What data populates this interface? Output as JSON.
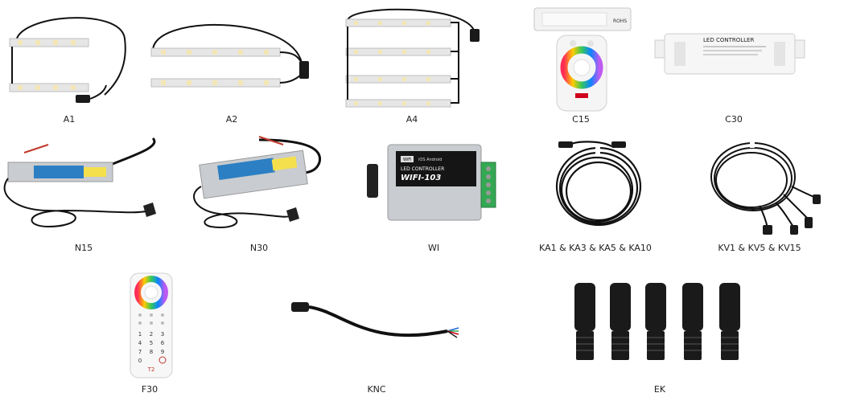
{
  "products": [
    {
      "id": "a1",
      "label": "A1"
    },
    {
      "id": "a2",
      "label": "A2"
    },
    {
      "id": "a4",
      "label": "A4"
    },
    {
      "id": "c15",
      "label": "C15"
    },
    {
      "id": "c30",
      "label": "C30"
    },
    {
      "id": "n15",
      "label": "N15"
    },
    {
      "id": "n30",
      "label": "N30"
    },
    {
      "id": "wi",
      "label": "WI"
    },
    {
      "id": "ka",
      "label": "KA1 & KA3 & KA5 & KA10"
    },
    {
      "id": "kv",
      "label": "KV1 & KV5 & KV15"
    },
    {
      "id": "f30",
      "label": "F30"
    },
    {
      "id": "knc",
      "label": "KNC"
    },
    {
      "id": "ek",
      "label": "EK"
    }
  ],
  "device_text": {
    "c30_title": "LED CONTROLLER",
    "wi_title": "LED CONTROLLER",
    "wi_model": "WIFI-103",
    "wi_badge": "WiFi",
    "wi_os": "iOS Android",
    "c15_brand": "ROHS",
    "f30_keys": [
      "1",
      "2",
      "3",
      "4",
      "5",
      "6",
      "7",
      "8",
      "9",
      "0"
    ],
    "f30_model": "T2"
  },
  "colors": {
    "cable": "#111111",
    "strip": "#e6e6e6",
    "strip_border": "#bdbdbd",
    "led": "#f3e6b4",
    "aluminum": "#c9ccd0",
    "label_blue": "#2c7fc3",
    "label_yellow": "#f4e04d"
  }
}
